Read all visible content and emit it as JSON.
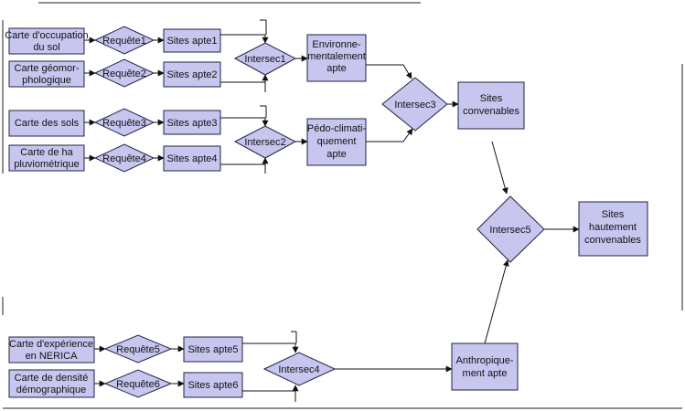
{
  "colors": {
    "node_fill": "#c6c6ef",
    "node_stroke": "#222244",
    "edge": "#111111",
    "background": "#ffffff"
  },
  "inputs": {
    "carte_occupation": [
      "Carte d'occupation",
      "du sol"
    ],
    "carte_geomorphologique": [
      "Carte géomor-",
      "phologique"
    ],
    "carte_sols": [
      "Carte des sols"
    ],
    "carte_pluviometrique": [
      "Carte de ha",
      "pluviométrique"
    ],
    "carte_experience": [
      "Carte d'expérience",
      "en NERICA"
    ],
    "carte_densite": [
      "Carte de densité",
      "démographique"
    ]
  },
  "queries": {
    "requete1": "Requête1",
    "requete2": "Requête2",
    "requete3": "Requête3",
    "requete4": "Requête4",
    "requete5": "Requête5",
    "requete6": "Requête6"
  },
  "sites": {
    "apte1": "Sites apte1",
    "apte2": "Sites apte2",
    "apte3": "Sites apte3",
    "apte4": "Sites apte4",
    "apte5": "Sites apte5",
    "apte6": "Sites apte6"
  },
  "intersections": {
    "intersec1": "Intersec1",
    "intersec2": "Intersec2",
    "intersec3": "Intersec3",
    "intersec4": "Intersec4",
    "intersec5": "Intersec5"
  },
  "results": {
    "environnementalement": [
      "Environne-",
      "mentalement",
      "apte"
    ],
    "pedoclimatiquement": [
      "Pédo-climati-",
      "quement",
      "apte"
    ],
    "sites_convenables": [
      "Sites",
      "convenables"
    ],
    "anthropiquement": [
      "Anthropique-",
      "ment apte"
    ],
    "sites_hautement": [
      "Sites",
      "hautement",
      "convenables"
    ]
  }
}
